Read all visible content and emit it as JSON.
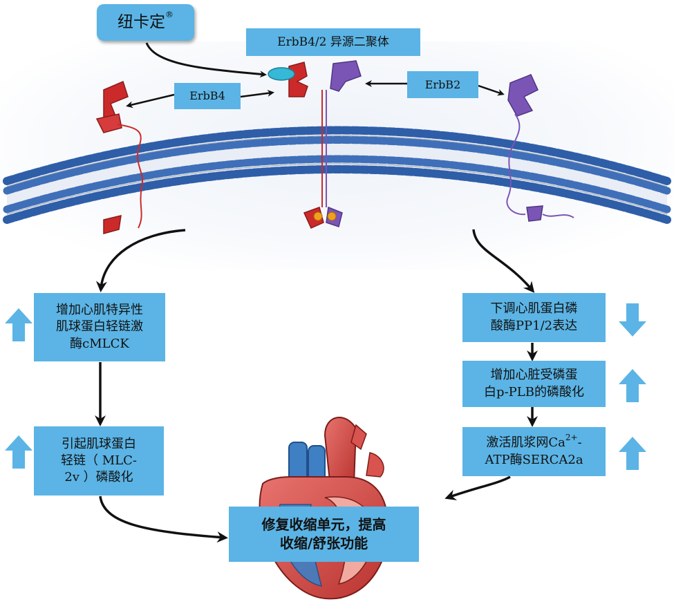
{
  "drug": {
    "name": "纽卡定",
    "mark": "®"
  },
  "labels": {
    "heterodimer": "ErbB4/2 异源二聚体",
    "erbb4": "ErbB4",
    "erbb2": "ErbB2"
  },
  "left_steps": [
    {
      "line1": "增加心肌特异性",
      "line2": "肌球蛋白轻链激",
      "line3": "酶cMLCK",
      "indicator": "up"
    },
    {
      "line1": "引起肌球蛋白",
      "line2": "轻链（ MLC-",
      "line3": "2v ）磷酸化",
      "indicator": "up"
    }
  ],
  "right_steps": [
    {
      "line1": "下调心肌蛋白磷",
      "line2": "酸酶PP1/2表达",
      "indicator": "down"
    },
    {
      "line1": "增加心脏受磷蛋",
      "line2": "白p-PLB的磷酸化",
      "indicator": "up"
    },
    {
      "line1": "激活肌浆网Ca",
      "sup": "2+",
      "line1_end": "-",
      "line2": "ATP酶SERCA2a",
      "indicator": "up"
    }
  ],
  "result": {
    "line1": "修复收缩单元，提高",
    "line2": "收缩/舒张功能"
  },
  "colors": {
    "box": "#5bb4e5",
    "indicator": "#5bb4e5",
    "membrane_head": "#3f6fb8",
    "erbb4_receptor": "#cc2a2a",
    "erbb2_receptor": "#7b55b5",
    "drug_molecule": "#35b9d6"
  }
}
